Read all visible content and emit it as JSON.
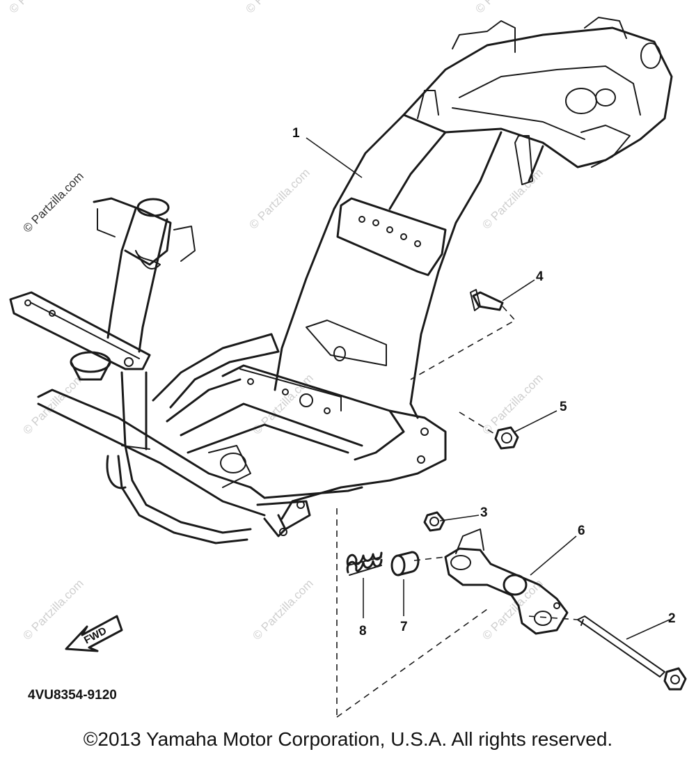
{
  "watermark": "© Partzilla.com",
  "diagram_code": "4VU8354-9120",
  "direction_label": "FWD",
  "copyright": "©2013 Yamaha Motor Corporation, U.S.A. All rights reserved.",
  "callouts": [
    "1",
    "2",
    "3",
    "4",
    "5",
    "6",
    "7",
    "8"
  ]
}
